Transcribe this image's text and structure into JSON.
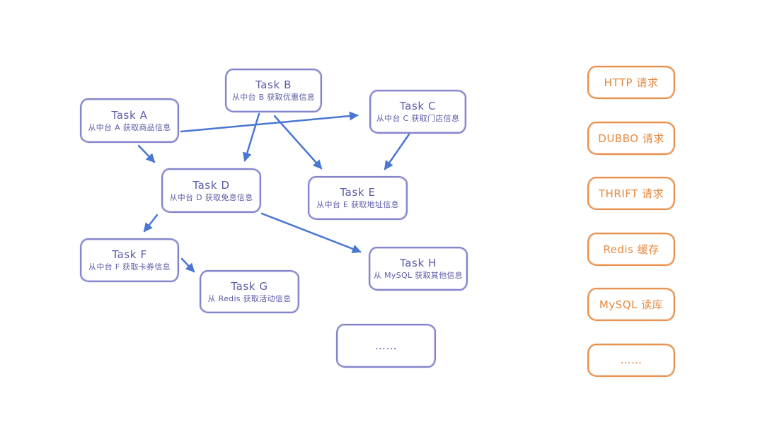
{
  "diagram": {
    "nodes": [
      {
        "id": "task-a",
        "title": "Task A",
        "subtitle": "从中台 A 获取商品信息"
      },
      {
        "id": "task-b",
        "title": "Task B",
        "subtitle": "从中台 B 获取优惠信息"
      },
      {
        "id": "task-c",
        "title": "Task C",
        "subtitle": "从中台 C 获取门店信息"
      },
      {
        "id": "task-d",
        "title": "Task D",
        "subtitle": "从中台 D 获取免息信息"
      },
      {
        "id": "task-e",
        "title": "Task E",
        "subtitle": "从中台 E 获取地址信息"
      },
      {
        "id": "task-f",
        "title": "Task F",
        "subtitle": "从中台 F 获取卡券信息"
      },
      {
        "id": "task-g",
        "title": "Task G",
        "subtitle": "从 Redis 获取活动信息"
      },
      {
        "id": "task-h",
        "title": "Task H",
        "subtitle": "从 MySQL 获取其他信息"
      },
      {
        "id": "task-more",
        "title": "……"
      }
    ],
    "edges": [
      {
        "from": "Task A",
        "to": "Task C"
      },
      {
        "from": "Task A",
        "to": "Task D"
      },
      {
        "from": "Task B",
        "to": "Task D"
      },
      {
        "from": "Task B",
        "to": "Task E"
      },
      {
        "from": "Task C",
        "to": "Task E"
      },
      {
        "from": "Task D",
        "to": "Task F"
      },
      {
        "from": "Task D",
        "to": "Task H"
      },
      {
        "from": "Task F",
        "to": "Task G"
      }
    ]
  },
  "legend": {
    "items": [
      {
        "label": "HTTP 请求"
      },
      {
        "label": "DUBBO 请求"
      },
      {
        "label": "THRIFT 请求"
      },
      {
        "label": "Redis 缓存"
      },
      {
        "label": "MySQL 读库"
      },
      {
        "label": "……"
      }
    ]
  },
  "colors": {
    "node_border": "#8585cd",
    "node_text": "#5b5ba8",
    "arrow": "#4a77d2",
    "legend_border": "#e79250",
    "legend_text": "#e5893f",
    "background": "#ffffff"
  }
}
